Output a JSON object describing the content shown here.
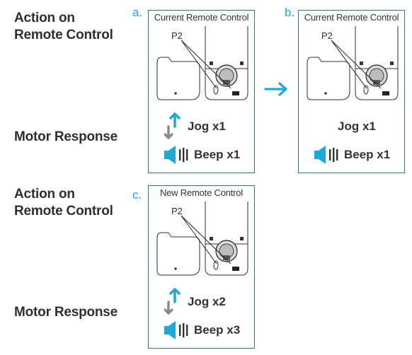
{
  "labels": {
    "action_line1": "Action on",
    "action_line2": "Remote Control",
    "motor_response": "Motor Response"
  },
  "panels": [
    {
      "letter": "a.",
      "title": "Current Remote Control",
      "p2": "P2",
      "jog": "Jog x1",
      "beep": "Beep x1"
    },
    {
      "letter": "b.",
      "title": "Current Remote Control",
      "p2": "P2",
      "jog": "Jog x1",
      "beep": "Beep x1"
    },
    {
      "letter": "c.",
      "title": "New Remote Control",
      "p2": "P2",
      "jog": "Jog x2",
      "beep": "Beep x3"
    }
  ],
  "colors": {
    "accent": "#1fa9d6",
    "panel_border": "#3a6f8f",
    "jog_down": "#8a8a8a",
    "text": "#2f2f2f"
  },
  "icons": [
    "right-arrow-icon",
    "jog-arrows-icon",
    "speaker-icon"
  ]
}
